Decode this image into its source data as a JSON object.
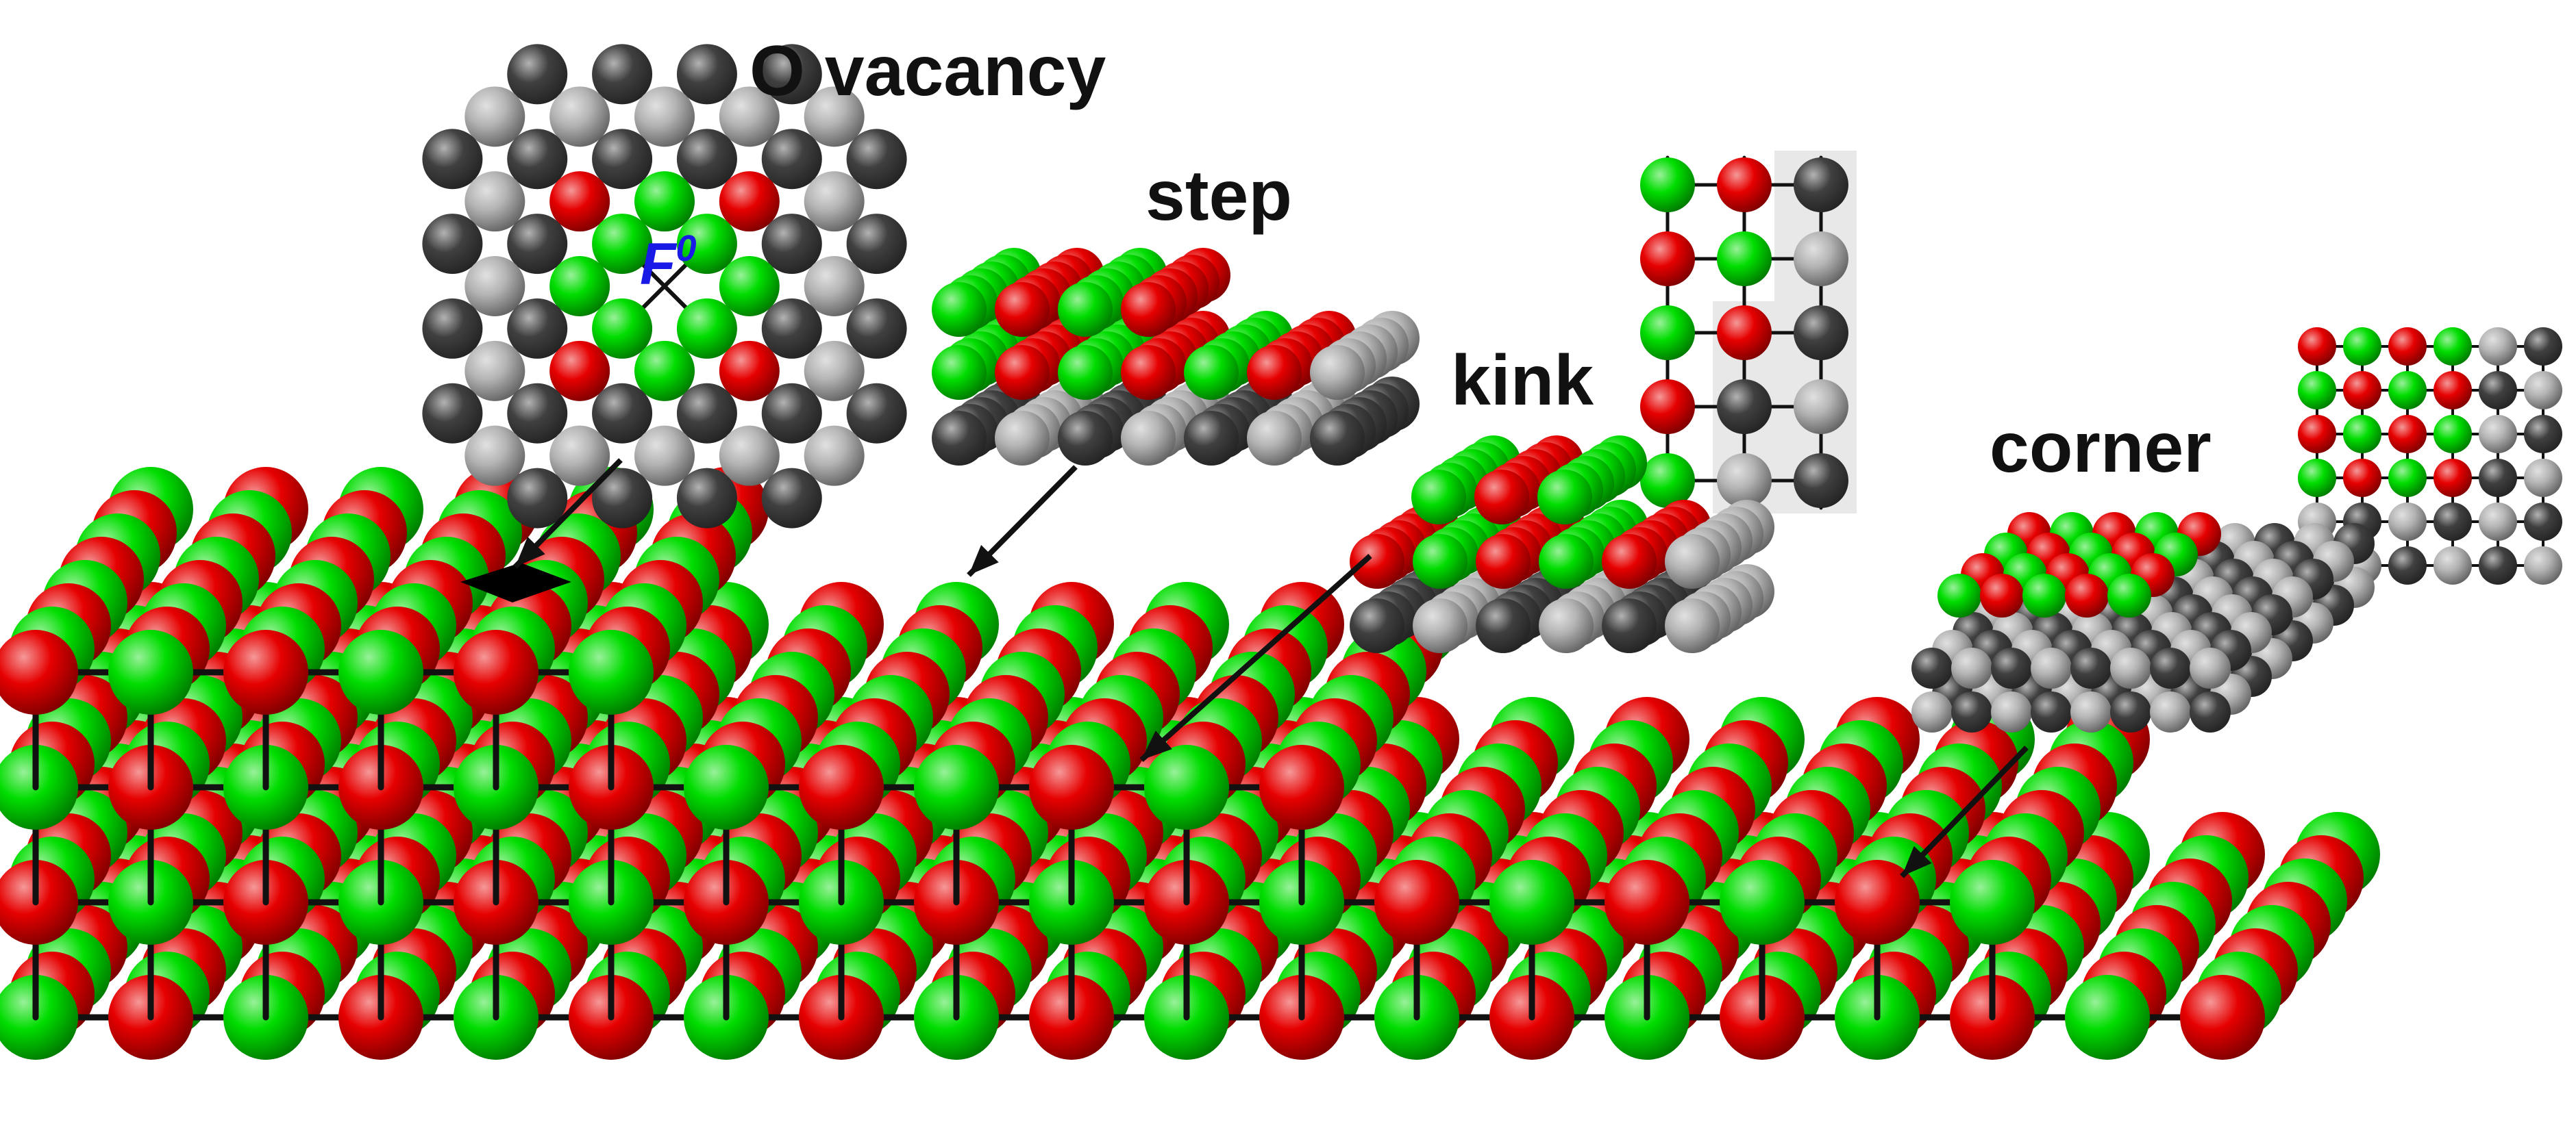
{
  "labels": {
    "o_vacancy": "O vacancy",
    "step": "step",
    "kink": "kink",
    "corner": "corner",
    "f_center_base": "F",
    "f_center_charge": "0"
  },
  "colors": {
    "oxygen_surface": "#e60000",
    "metal_surface": "#00dd00",
    "bulk_dark": "#404040",
    "bulk_light": "#b4b4b4",
    "bond": "#111111",
    "vacancy": "#000000",
    "label_text": "#111111",
    "f_center_text": "#1a1ae6",
    "inset_shade": "#e8e8e8"
  },
  "icons": {
    "vacancy_marker": "black-diamond",
    "pointer": "black-arrow"
  }
}
